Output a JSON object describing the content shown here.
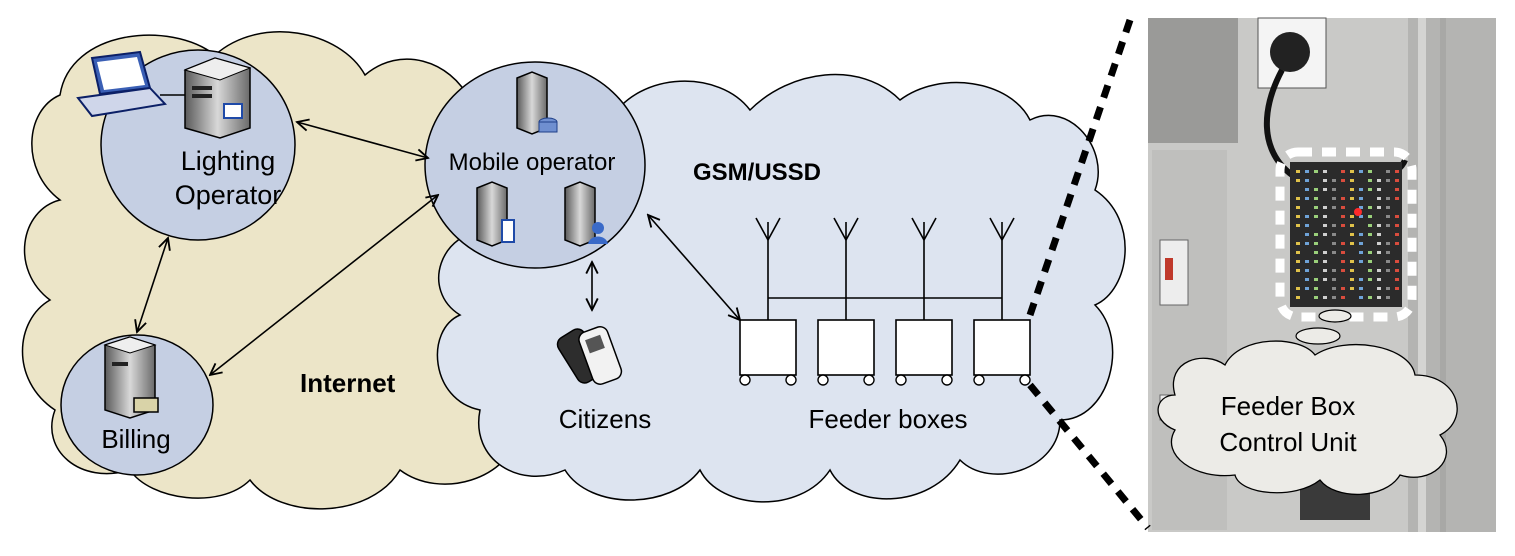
{
  "labels": {
    "lighting_line1": "Lighting",
    "lighting_line2": "Operator",
    "billing": "Billing",
    "mobile_operator": "Mobile operator",
    "gsm": "GSM/USSD",
    "internet": "Internet",
    "citizens": "Citizens",
    "feeder_boxes": "Feeder boxes",
    "control_unit_line1": "Feeder Box",
    "control_unit_line2": "Control Unit"
  },
  "feeder_box_count": 4,
  "colors": {
    "internet_cloud": "#ece5c8",
    "gsm_cloud": "#dde4f0",
    "node_fill": "#c5cfe3",
    "outline": "#000000",
    "photo_panel": "#c9c9c7",
    "thought_cloud": "#ecebe7"
  }
}
